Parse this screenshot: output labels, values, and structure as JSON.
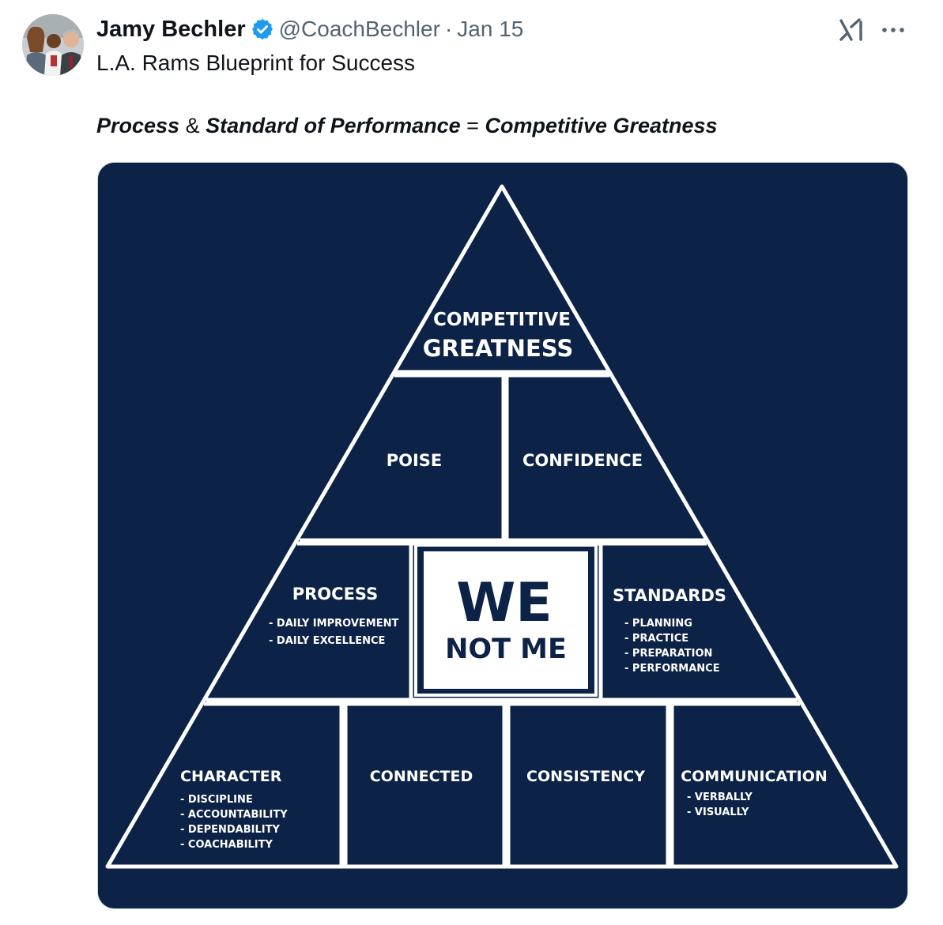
{
  "author": {
    "name": "Jamy Bechler",
    "handle": "@CoachBechler",
    "separator": "·",
    "date": "Jan 15",
    "verified_color": "#1d9bf0"
  },
  "icons": {
    "verified": "verified-badge-icon",
    "grok": "grok-icon",
    "more": "more-options-icon"
  },
  "tweet": {
    "line1": "L.A. Rams Blueprint for Success",
    "line2": {
      "part1": "Process",
      "amp": " & ",
      "part2": "Standard of Performance",
      "eq": " = ",
      "part3": "Competitive Greatness"
    }
  },
  "image": {
    "background_color": "#0c2247",
    "top": {
      "line1": "COMPETITIVE",
      "line2": "GREATNESS"
    },
    "row2": {
      "left": "POISE",
      "right": "CONFIDENCE"
    },
    "row3": {
      "process": {
        "title": "PROCESS",
        "items": [
          "- DAILY IMPROVEMENT",
          "- DAILY EXCELLENCE"
        ]
      },
      "center": {
        "line1": "WE",
        "line2": "NOT ME"
      },
      "standards": {
        "title": "STANDARDS",
        "items": [
          "- PLANNING",
          "- PRACTICE",
          "- PREPARATION",
          "- PERFORMANCE"
        ]
      }
    },
    "row4": {
      "character": {
        "title": "CHARACTER",
        "items": [
          "- DISCIPLINE",
          "- ACCOUNTABILITY",
          "- DEPENDABILITY",
          "- COACHABILITY"
        ]
      },
      "connected": "CONNECTED",
      "consistency": "CONSISTENCY",
      "communication": {
        "title": "COMMUNICATION",
        "items": [
          "- VERBALLY",
          "- VISUALLY"
        ]
      }
    }
  }
}
